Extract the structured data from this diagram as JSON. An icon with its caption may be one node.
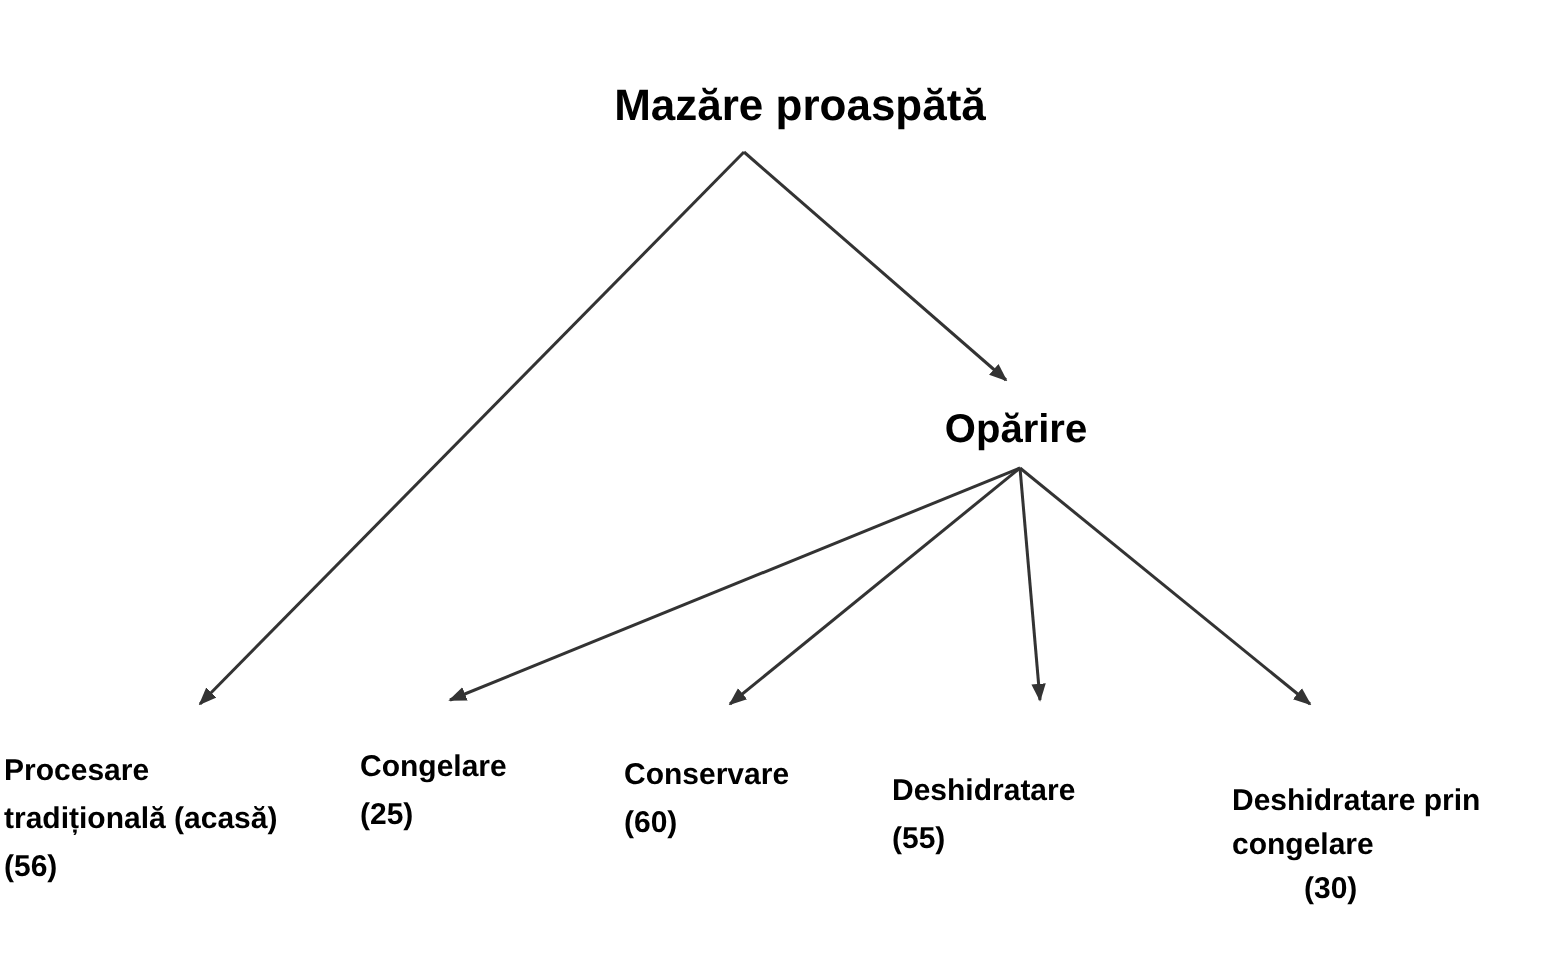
{
  "diagram": {
    "nodes": [
      {
        "text": [
          "Mazăre proaspătă"
        ]
      },
      {
        "text": [
          "Opărire"
        ]
      },
      {
        "text": [
          "Procesare tradițională (acasă) (56)"
        ]
      },
      {
        "text": [
          "Congelare (25)"
        ]
      },
      {
        "text": [
          "Conservare (60)"
        ]
      },
      {
        "text": [
          "Deshidratare (55)"
        ]
      },
      {
        "text": [
          "Deshidratare prin congelare",
          "(30)"
        ]
      }
    ],
    "edges": [
      {
        "from": 0,
        "to": 2,
        "arrow": "to"
      },
      {
        "from": 0,
        "to": 1,
        "arrow": "to"
      },
      {
        "from": 1,
        "to": 3,
        "arrow": "to"
      },
      {
        "from": 1,
        "to": 4,
        "arrow": "to"
      },
      {
        "from": 1,
        "to": 5,
        "arrow": "to"
      },
      {
        "from": 1,
        "to": 6,
        "arrow": "to"
      }
    ]
  }
}
